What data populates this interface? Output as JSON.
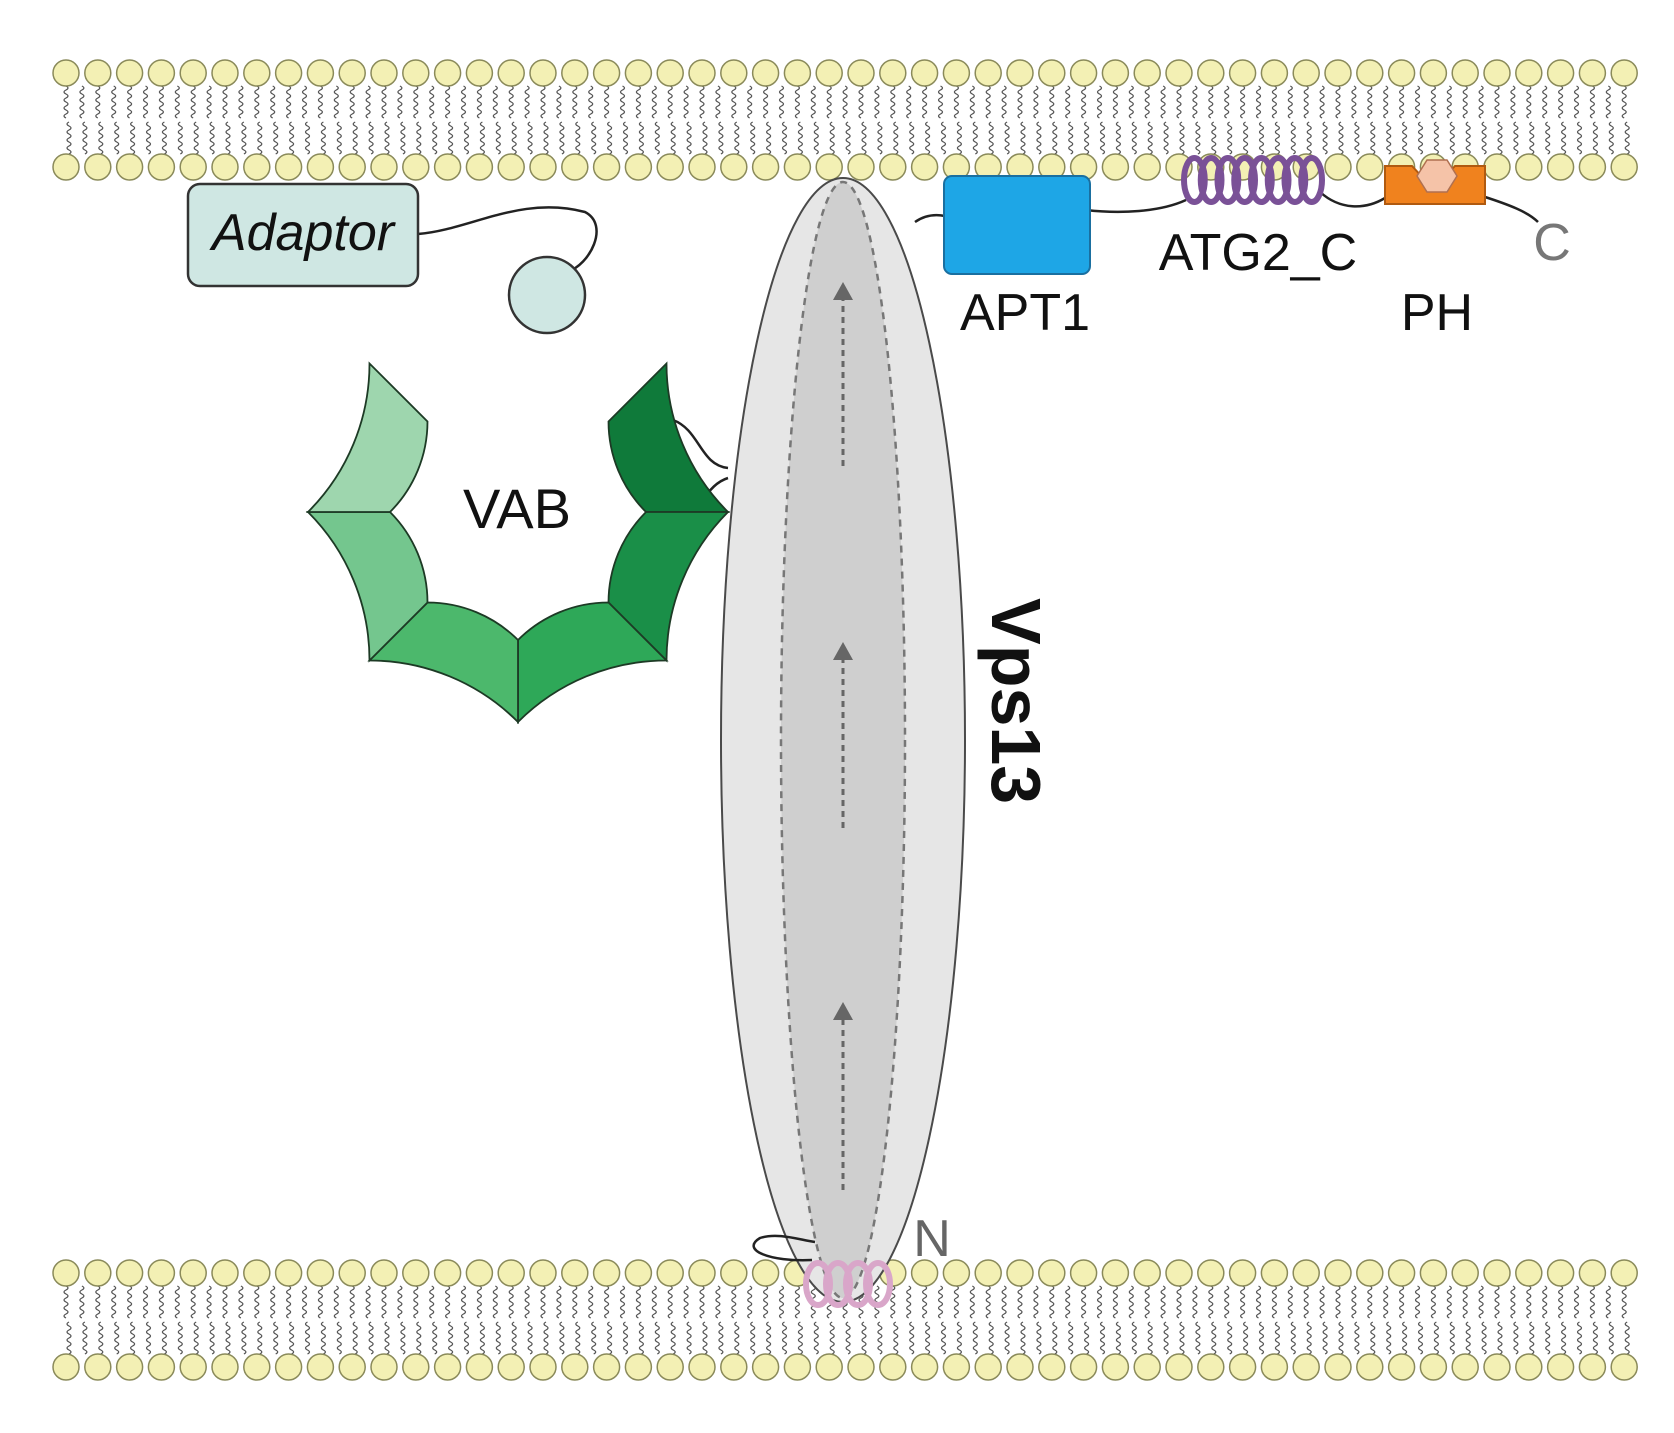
{
  "diagram": {
    "protein_name": "Vps13",
    "labels": {
      "adaptor": "Adaptor",
      "vab": "VAB",
      "apt1": "APT1",
      "atg2_c": "ATG2_C",
      "ph": "PH",
      "c_terminus": "C",
      "n_terminus": "N"
    },
    "colors": {
      "membrane_head": "#f3f0b4",
      "membrane_head_stroke": "#8a8a5a",
      "vps13_outer": "#e6e6e6",
      "vps13_inner": "#cfcfcf",
      "adaptor_fill": "#cfe7e3",
      "apt1": "#1ea6e6",
      "atg2_c_helix": "#7a5197",
      "ph_fill": "#f0821e",
      "ph_ligand": "#f5c3a8",
      "n_helix": "#d9a6c9",
      "vab_segments": [
        "#0f7a3a",
        "#1a8f48",
        "#2ea858",
        "#4cb86c",
        "#74c68e",
        "#9ed6ae"
      ]
    },
    "icons": [
      "membrane-bilayer",
      "arrow-up-icon",
      "helix-icon",
      "ring-icon"
    ]
  }
}
